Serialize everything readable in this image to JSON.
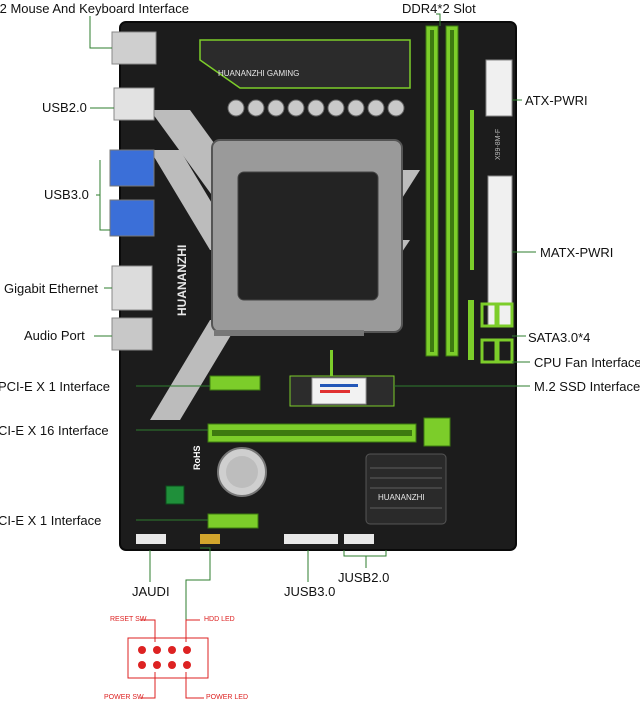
{
  "labels": {
    "ps2": "/2 Mouse And Keyboard Interface",
    "ddr4": "DDR4*2 Slot",
    "usb20": "USB2.0",
    "usb30": "USB3.0",
    "atx_pwr": "ATX-PWRI",
    "matx_pwr": "MATX-PWRI",
    "gigabit": "Gigabit Ethernet",
    "audio": "Audio Port",
    "sata": "SATA3.0*4",
    "cpu_fan": "CPU Fan Interface",
    "pcie_x1_top": "PCI-E X 1 Interface",
    "m2_ssd": "M.2 SSD Interface",
    "pcie_x16": "CI-E X 16 Interface",
    "pcie_x1_bottom": "CI-E X 1 Interface",
    "jaudi": "JAUDI",
    "jusb3": "JUSB3.0",
    "jusb2": "JUSB2.0"
  },
  "board": {
    "brand_heatsink": "HUANANZHI GAMING",
    "brand_vertical": "HUANANZHI",
    "brand_chipset": "HUANANZHI",
    "rohs": "RoHS",
    "model": "X99-8M-F"
  },
  "front_panel": {
    "reset_sw": "RESET SW",
    "hdd_led": "HDD LED",
    "power_sw": "POWER SW",
    "power_led": "POWER LED"
  },
  "colors": {
    "pcb": "#1c1c1c",
    "accent_green": "#7ccd2a",
    "leader_line": "#2e7d2e",
    "front_panel_red": "#dd2222"
  }
}
